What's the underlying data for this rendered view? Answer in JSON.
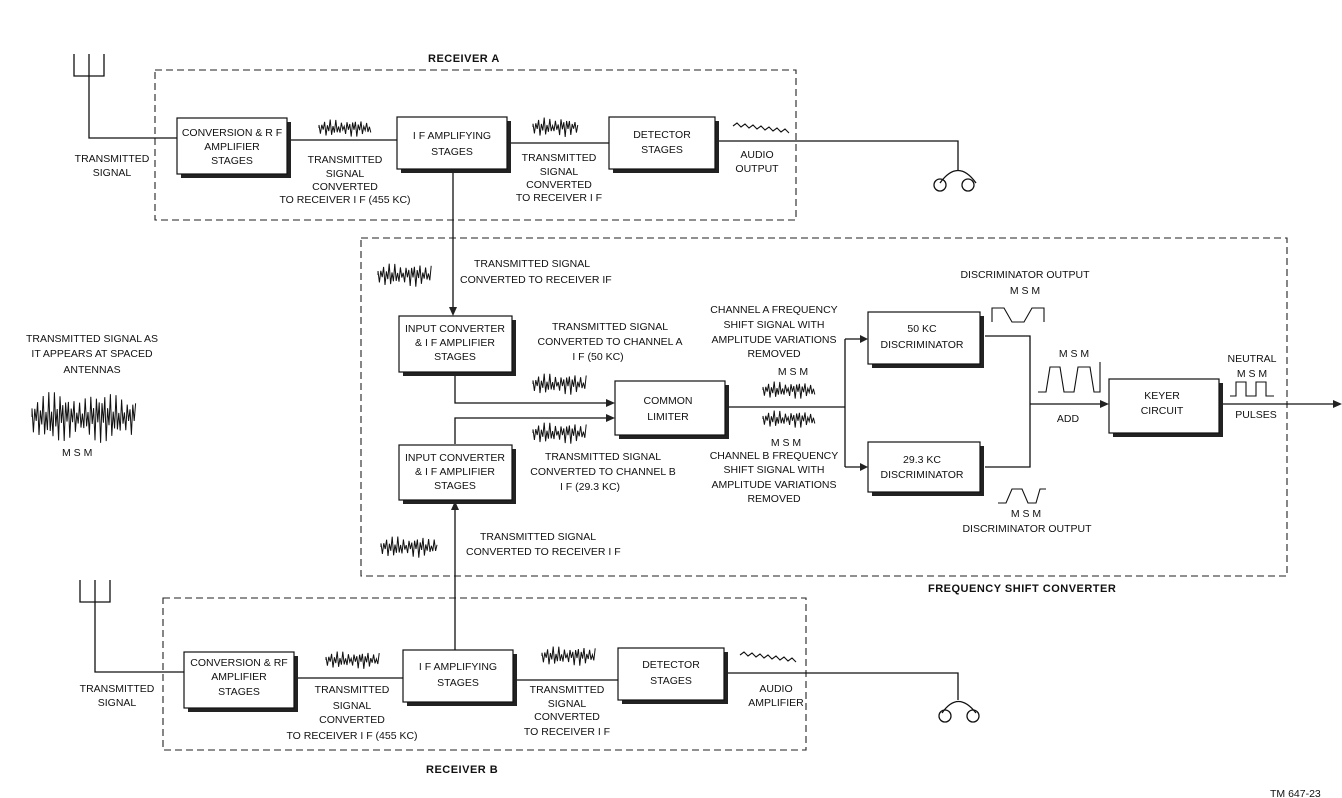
{
  "labels": {
    "receiver_a": "RECEIVER   A",
    "receiver_b": "RECEIVER  B",
    "fsc": "FREQUENCY  SHIFT  CONVERTER",
    "tm": "TM 647-23"
  },
  "blocks": {
    "conv_a": [
      "CONVERSION & R F",
      "AMPLIFIER",
      "STAGES"
    ],
    "if_a": [
      "I F  AMPLIFYING",
      "STAGES"
    ],
    "det_a": [
      "DETECTOR",
      "STAGES"
    ],
    "inconv_a": [
      "INPUT CONVERTER",
      "& I F AMPLIFIER",
      "STAGES"
    ],
    "inconv_b": [
      "INPUT CONVERTER",
      "& I F AMPLIFIER",
      "STAGES"
    ],
    "limiter": [
      "COMMON",
      "LIMITER"
    ],
    "disc50": [
      "50 KC",
      "DISCRIMINATOR"
    ],
    "disc29": [
      "29.3  KC",
      "DISCRIMINATOR"
    ],
    "keyer": [
      "KEYER",
      "CIRCUIT"
    ],
    "conv_b": [
      "CONVERSION & RF",
      "AMPLIFIER",
      "STAGES"
    ],
    "if_b": [
      "I F AMPLIFYING",
      "STAGES"
    ],
    "det_b": [
      "DETECTOR",
      "STAGES"
    ]
  },
  "texts": {
    "tx_signal_a": [
      "TRANSMITTED",
      "SIGNAL"
    ],
    "conv_455_a": [
      "TRANSMITTED",
      "SIGNAL",
      "CONVERTED",
      "TO RECEIVER I F (455 KC)"
    ],
    "conv_if_a": [
      "TRANSMITTED",
      "SIGNAL",
      "CONVERTED",
      "TO RECEIVER I F"
    ],
    "audio_output": [
      "AUDIO",
      "OUTPUT"
    ],
    "tx_conv_if_top": [
      "TRANSMITTED SIGNAL",
      "CONVERTED  TO  RECEIVER  IF"
    ],
    "tx_as_appears": [
      "TRANSMITTED SIGNAL AS",
      "IT APPEARS AT SPACED",
      "ANTENNAS"
    ],
    "msm_left": "M     S     M",
    "conv_ch_a": [
      "TRANSMITTED  SIGNAL",
      "CONVERTED  TO  CHANNEL  A",
      "I F  (50 KC)"
    ],
    "conv_ch_b": [
      "TRANSMITTED  SIGNAL",
      "CONVERTED  TO  CHANNEL  B",
      "I F  (29.3 KC)"
    ],
    "ch_a_fs": [
      "CHANNEL  A  FREQUENCY",
      "SHIFT  SIGNAL  WITH",
      "AMPLITUDE  VARIATIONS",
      "REMOVED"
    ],
    "ch_b_fs": [
      "CHANNEL  B  FREQUENCY",
      "SHIFT  SIGNAL  WITH",
      "AMPLITUDE  VARIATIONS",
      "REMOVED"
    ],
    "msm_a": "M  S  M",
    "msm_b": "M  S  M",
    "disc_out_top": "DISCRIMINATOR  OUTPUT",
    "disc_out_bottom": "DISCRIMINATOR  OUTPUT",
    "msm_disc_top": "M  S  M",
    "msm_disc_bottom": "M  S  M",
    "msm_add": "M  S  M",
    "add": "ADD",
    "neutral": "NEUTRAL",
    "msm_neutral": "M  S  M",
    "pulses": "PULSES",
    "tx_conv_if_bottom": [
      "TRANSMITTED  SIGNAL",
      "CONVERTED  TO  RECEIVER  I F"
    ],
    "tx_signal_b": [
      "TRANSMITTED",
      "SIGNAL"
    ],
    "conv_455_b": [
      "TRANSMITTED",
      "SIGNAL",
      "CONVERTED",
      "TO  RECEIVER  I F (455 KC)"
    ],
    "conv_if_b": [
      "TRANSMITTED",
      "SIGNAL",
      "CONVERTED",
      "TO RECEIVER I F"
    ],
    "audio_amplifier": [
      "AUDIO",
      "AMPLIFIER"
    ]
  }
}
